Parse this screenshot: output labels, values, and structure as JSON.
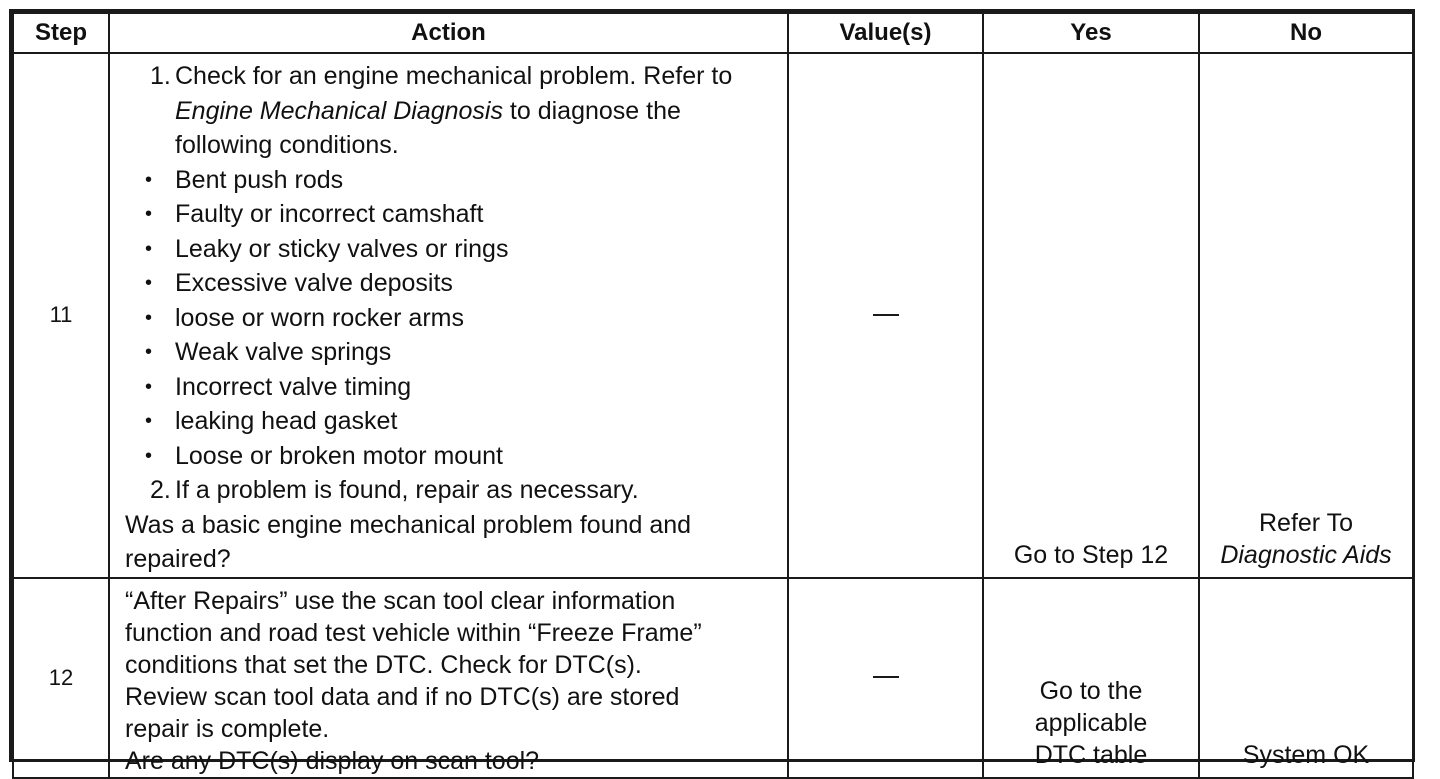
{
  "headers": {
    "step": "Step",
    "action": "Action",
    "values": "Value(s)",
    "yes": "Yes",
    "no": "No"
  },
  "rows": [
    {
      "step": "11",
      "action": {
        "item1_num": "1.",
        "item1_before": "Check for an engine mechanical problem. Refer to ",
        "item1_italic": "Engine Mechanical Diagnosis",
        "item1_after": " to diagnose the following conditions.",
        "bullets": [
          "Bent push rods",
          "Faulty or incorrect camshaft",
          "Leaky or sticky valves or rings",
          "Excessive valve deposits",
          "loose or worn rocker arms",
          "Weak valve springs",
          "Incorrect valve timing",
          "leaking head gasket",
          "Loose or broken motor mount"
        ],
        "bullet_glyph": "•",
        "item2_num": "2.",
        "item2_text": "If a problem is found, repair as necessary.",
        "question": "Was a basic engine mechanical problem found and repaired?"
      },
      "value": "—",
      "yes": "Go to Step 12",
      "no_line1": "Refer To",
      "no_line2": "Diagnostic Aids"
    },
    {
      "step": "12",
      "action": {
        "line1": "“After Repairs” use the scan tool clear information",
        "line2": "function and road test vehicle within “Freeze Frame”",
        "line3": "conditions that set the DTC. Check for DTC(s).",
        "line4": "Review scan tool data and if no DTC(s) are stored",
        "line5": "repair is complete.",
        "line6": "Are any DTC(s) display on scan tool?"
      },
      "value": "—",
      "yes_line1": "Go to the",
      "yes_line2": "applicable",
      "yes_line3": "DTC table",
      "no": "System OK"
    }
  ]
}
